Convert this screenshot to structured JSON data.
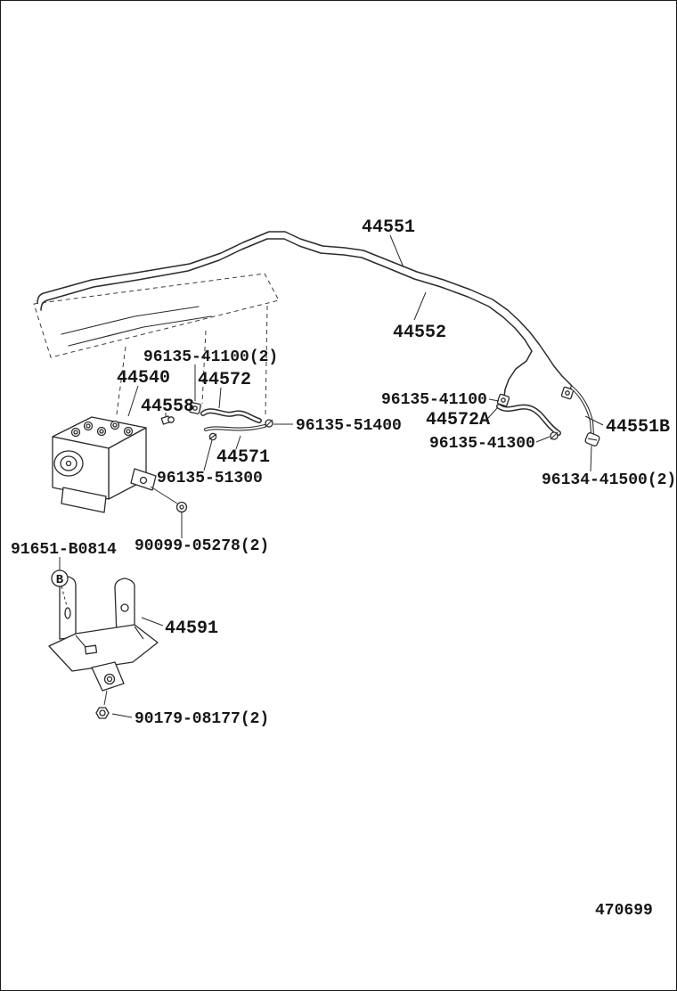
{
  "diagram": {
    "number": "470699",
    "callout_b": "B"
  },
  "labels": {
    "l44551": "44551",
    "l44552": "44552",
    "l96135_41100_qty2": "96135-41100(2)",
    "l44540": "44540",
    "l44572": "44572",
    "l44558": "44558",
    "l96135_41100": "96135-41100",
    "l44572a": "44572A",
    "l96135_51400": "96135-51400",
    "l44551b": "44551B",
    "l96135_41300": "96135-41300",
    "l44571": "44571",
    "l96134_41500_qty2": "96134-41500(2)",
    "l96135_51300": "96135-51300",
    "l90099_05278_qty2": "90099-05278(2)",
    "l91651_b0814": "91651-B0814",
    "l44591": "44591",
    "l90179_08177_qty2": "90179-08177(2)"
  }
}
